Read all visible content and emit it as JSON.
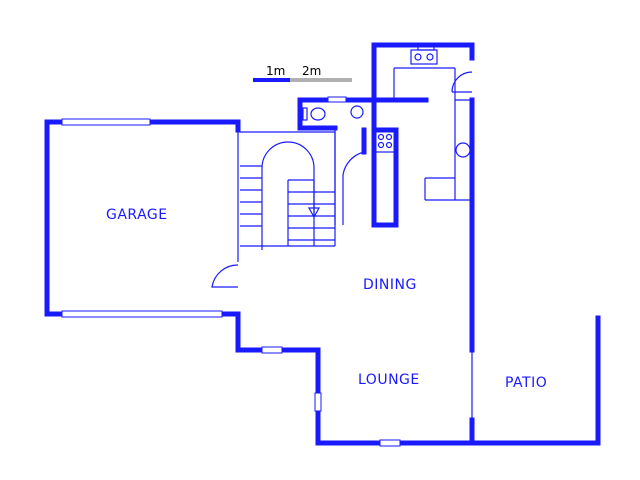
{
  "rooms": {
    "garage": "GARAGE",
    "dining": "DINING",
    "lounge": "LOUNGE",
    "patio": "PATIO"
  },
  "scale": {
    "label_1": "1m",
    "label_2": "2m"
  },
  "colors": {
    "wall": "#1a1aff",
    "scale_primary": "#1a1aff",
    "scale_secondary": "#b0b0b0",
    "background": "#ffffff"
  }
}
